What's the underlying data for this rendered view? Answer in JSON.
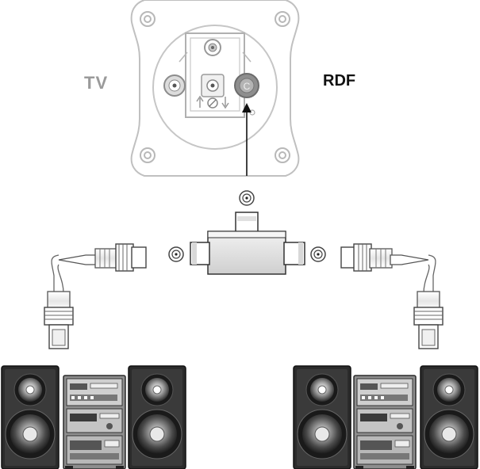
{
  "labels": {
    "tv": "TV",
    "rdf": "RDF",
    "socket_c": "C"
  },
  "colors": {
    "socket_line": "#b8b8b8",
    "socket_dark": "#8c8c8c",
    "cable_line": "#6a6a6a",
    "cable_fill": "#f4f4f4",
    "speaker_body": "#2a2a2a",
    "stereo_body": "#9a9a9a"
  },
  "icons": [
    "wall-socket-icon",
    "coax-adapter-icon",
    "splitter-icon",
    "coax-plug-icon",
    "speaker-icon",
    "stereo-unit-icon",
    "arrow-up-icon"
  ]
}
